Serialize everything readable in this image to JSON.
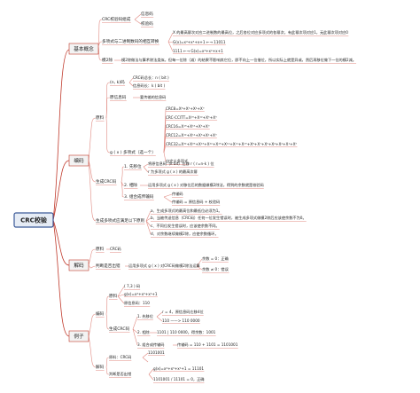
{
  "root": "CRC校验",
  "branches": {
    "basic": {
      "label": "基本概念",
      "crc_components": "CRC校验码组成",
      "info_code": "信息码",
      "check_code": "校验码",
      "poly_relation": "多项式与二进制数码的相互转换",
      "poly_note": "X 的最高幂次对应二进制数的最高位，之后各位对应多项式的各幂次，有此幂次项对应1，无此幂次项对应0",
      "poly_example_1": "G(x)=x⁴+x³+x+1   ←→   11011",
      "poly_example_2": "1111   ←→   G(x)=x³+x²+x+1",
      "mod2": "模2除",
      "mod2_note": "模2除做法与算术除法类似，但每一位除（减）的结果不影响其它位，即不向上一位借位，所以实际上就是异或，然后再移位做下一位的模2减。"
    },
    "encode": {
      "label": "编码",
      "raw": "原料",
      "n_k": "(n, k)码",
      "n_k_len": "CRC码总长：n ( bit )",
      "k_len": "信息码长：k ( bit )",
      "info_code": "原信息码",
      "info_code_note": "要传输的信息码",
      "gx": "g ( x ) 多项式（选一个）",
      "gx_custom": "自定义多项式",
      "crc8": "CRC8=X⁸+X⁵+X⁴+X⁰",
      "crc_ccitt": "CRC-CCITT=X¹⁶+X¹²+X⁵+X⁰",
      "crc16": "CRC16=X¹⁶+X¹⁵+X⁵+X⁰",
      "crc12": "CRC12=X¹²+X¹¹+X³+X²+X⁰",
      "crc32": "CRC32=X³²+X²⁶+X²³+X²²+X¹⁶+X¹²+X¹¹+X¹⁰+X⁸+X⁷+X⁵+X⁴+X²+X¹+X⁰",
      "gen": "生成CRC码",
      "step1": "1. 先移位",
      "step1_a": "将原信息码（k bit）左移 r ( r=n-k ) 位",
      "step1_b": "r 为多项式 g ( x ) 的最高次幂",
      "step2": "2. 相除",
      "step2_note": "运用多项式 g ( x ) 对移位后的数据做模2除法，得到的余数就是校验码",
      "step3": "3. 组合成传输码",
      "step3_a": "传输码",
      "step3_b": "传输码 = 原信息码 + 校验码",
      "rules": "生成多项式应满足以下原则",
      "rule_a": "a、生成多项式的最高位和最低位必须为1。",
      "rule_b": "b、当被传送信息（CRC码）任何一位发生错误时，被生成多项式做模2除后应该使余数不为0。",
      "rule_c": "c、不同位发生错误时，应该使余数不同。",
      "rule_d": "d、对余数继续做模2除，应使余数循环。"
    },
    "decode": {
      "label": "解码",
      "raw": "原料",
      "raw_note": "CRC码",
      "judge": "判断是否出错",
      "judge_note": "运用多项式 g ( x ) 对CRC码做模2除法运算",
      "ok": "余数 = 0：正确",
      "err": "余数 ≠ 0：错误"
    },
    "example": {
      "label": "例子",
      "enc": "编码",
      "raw": "原料",
      "e1": "( 7,3 ) 码",
      "e2": "g(x)=x⁴+x³+x²+1",
      "e3": "原信息码：110",
      "gen": "生成CRC码",
      "s1": "1. 先移位",
      "s1_a": "r = 4，原信息码左移4位",
      "s1_b": "110  ——>  110 0000",
      "s2": "2. 相除",
      "s2_a": "1101 | 110 0000，得余数：1001",
      "s3": "3. 组合成传输码",
      "s3_a": "传输码 = 110 + 1101 = 1101001",
      "dec": "解码",
      "d_raw": "原料：CRC码",
      "d_raw_val": "1101001",
      "d_judge": "判断是否出错",
      "d_j1": "g(x)=x⁴+x³+x²+1 = 11101",
      "d_j2": "1101001 / 11101 = 0，正确"
    }
  }
}
